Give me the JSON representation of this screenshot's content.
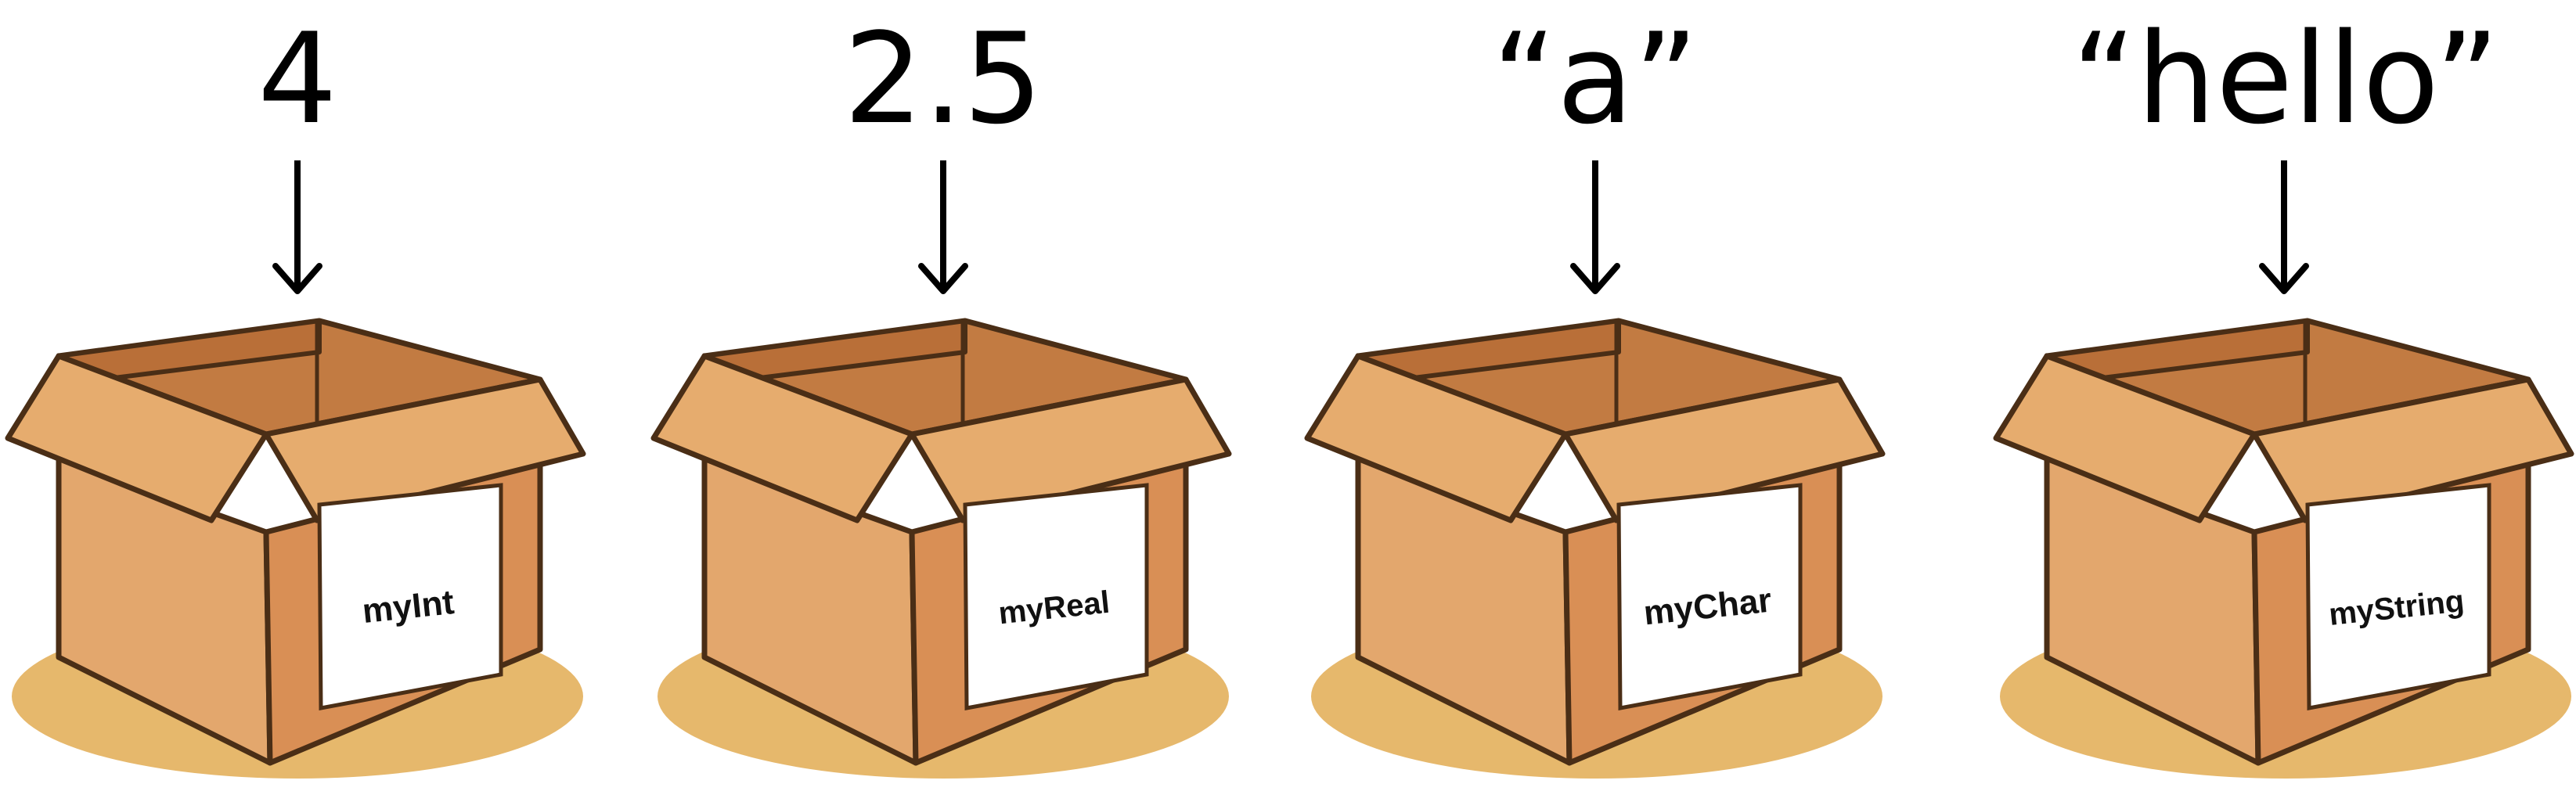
{
  "values": [
    "4",
    "2.5",
    "“a”",
    "“hello”"
  ],
  "labels": [
    "myInt",
    "myReal",
    "myChar",
    "myString"
  ],
  "colors": {
    "shadow": "#E6B86C",
    "box_front": "#E3A76D",
    "box_side": "#D98F55",
    "flap_light": "#E6AC6E",
    "flap_front": "#DE995D",
    "interior": "#C27B42",
    "outline": "#4A2E16",
    "arrow": "#000000"
  }
}
